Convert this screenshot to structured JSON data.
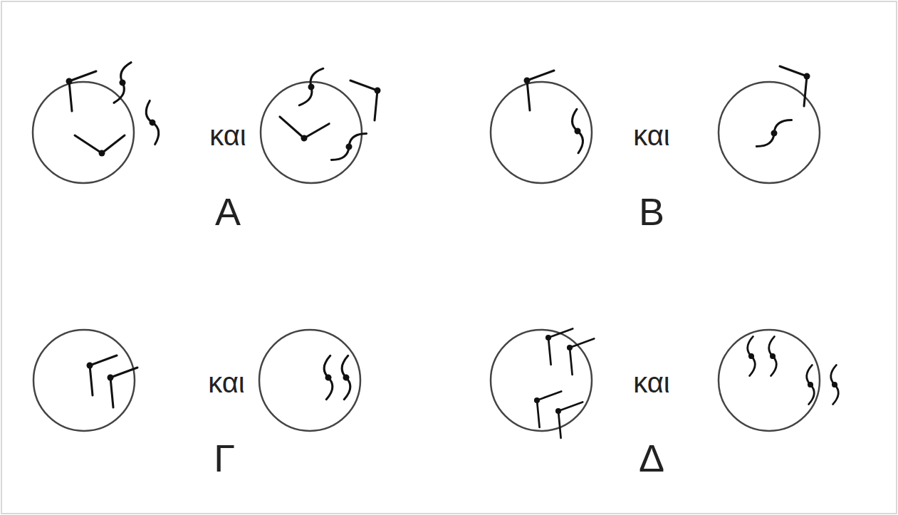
{
  "diagram": {
    "labels": [
      "και",
      "A",
      "και",
      "B",
      "και",
      "Γ",
      "και",
      "Δ"
    ]
  }
}
